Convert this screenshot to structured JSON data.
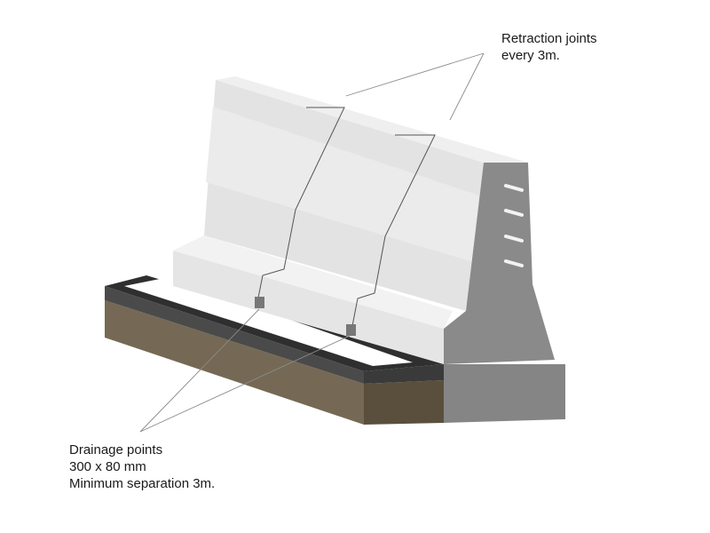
{
  "annotations": {
    "retraction": {
      "lines": [
        "Retraction joints",
        "every 3m."
      ]
    },
    "drainage": {
      "lines": [
        "Drainage points",
        "300 x 80 mm",
        "Minimum separation 3m."
      ]
    }
  },
  "colors": {
    "barrier_front": "#e3e3e3",
    "barrier_top": "#efefef",
    "barrier_side": "#8a8a8a",
    "asphalt": "#4a4a4a",
    "asphalt_top": "#3d3d3d",
    "soil": "#756955",
    "soil_dark": "#5a4f3d",
    "gutter": "#ffffff",
    "leader_line": "#8a8a8a"
  }
}
